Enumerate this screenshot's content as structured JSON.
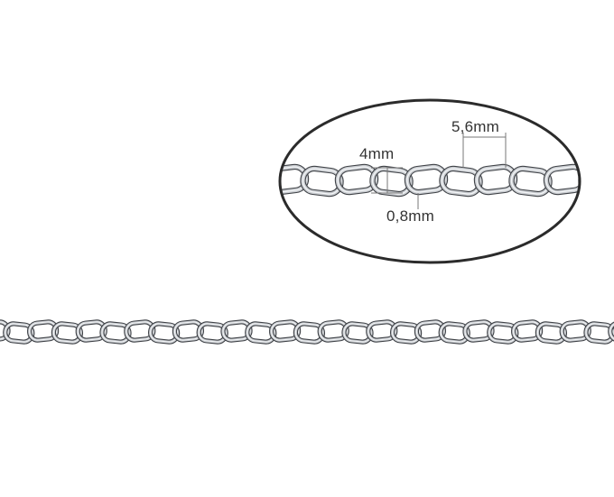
{
  "product": {
    "type": "curb-link-chain",
    "material_color": "#c9ccd0",
    "edge_color": "#3f4247",
    "highlight_color": "#f4f6f8"
  },
  "magnifier": {
    "outline_color": "#2b2b2b"
  },
  "dimensions": {
    "link_width": "5,6mm",
    "link_height": "4mm",
    "wire_thickness": "0,8mm"
  },
  "colors": {
    "background": "#ffffff",
    "dimension_line": "#777777",
    "label_text": "#333333"
  }
}
